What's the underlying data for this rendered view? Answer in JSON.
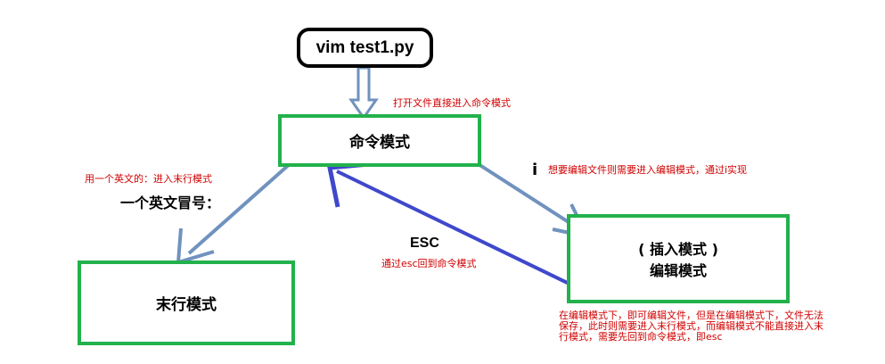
{
  "command": "vim test1.py",
  "nodes": {
    "command_mode": "命令模式",
    "insert_mode_line1": "( 插入模式 )",
    "insert_mode_line2": "编辑模式",
    "lastline_mode": "末行模式"
  },
  "labels": {
    "open_note": "打开文件直接进入命令模式",
    "colon_note": "用一个英文的：进入末行模式",
    "colon_key": "一个英文冒号：",
    "i_key": "i",
    "i_note": "想要编辑文件则需要进入编辑模式，通过i实现",
    "esc_key": "ESC",
    "esc_note": "通过esc回到命令模式",
    "edit_note_line1": "在编辑模式下，即可编辑文件，但是在编辑模式下，文件无法",
    "edit_note_line2": "保存，此时则需要进入末行模式，而编辑模式不能直接进入末",
    "edit_note_line3": "行模式，需要先回到命令模式，即esc"
  },
  "colors": {
    "box_border": "#22b14c",
    "arrow_light": "#7092be",
    "arrow_dark": "#3f48cc",
    "note_text": "#d00000"
  }
}
